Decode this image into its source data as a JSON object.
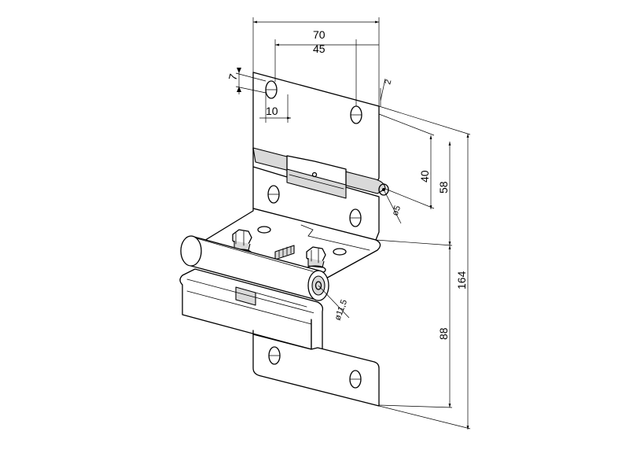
{
  "dimensions": {
    "width_overall": "70",
    "width_holes": "45",
    "slot_offset": "7",
    "slot_width": "10",
    "thickness": "2",
    "upper_height": "40",
    "mid_height": "58",
    "pin_diameter": "ø5",
    "overall_height": "164",
    "lower_height": "88",
    "barrel_diameter": "ø11,5"
  }
}
